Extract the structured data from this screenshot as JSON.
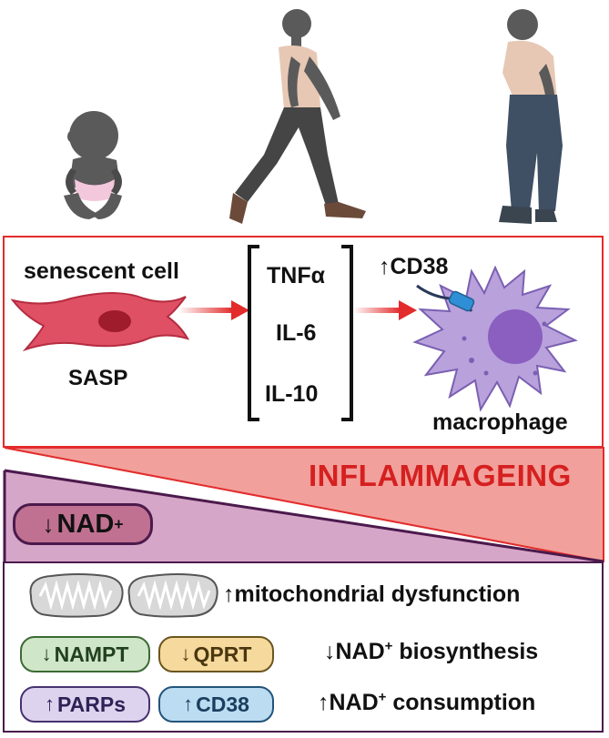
{
  "top_panel": {
    "senescent_cell_label": "senescent cell",
    "sasp_label": "SASP",
    "cytokines": [
      "TNFα",
      "IL-6",
      "IL-10"
    ],
    "cd38_arrow": "↑",
    "cd38_label": "CD38",
    "macrophage_label": "macrophage"
  },
  "inflammageing": {
    "label": "INFLAMMAGEING"
  },
  "nad_level": {
    "arrow": "↓",
    "label": "NAD",
    "sup": "+"
  },
  "bottom_panel": {
    "mito_arrow": "↑",
    "mito_label": "mitochondrial dysfunction",
    "nampt": {
      "arrow": "↓",
      "label": "NAMPT"
    },
    "qprt": {
      "arrow": "↓",
      "label": "QPRT"
    },
    "biosynthesis": {
      "arrow": "↓",
      "pre": "NAD",
      "sup": "+",
      "post": " biosynthesis"
    },
    "parps": {
      "arrow": "↑",
      "label": "PARPs"
    },
    "cd38": {
      "arrow": "↑",
      "label": "CD38"
    },
    "consumption": {
      "arrow": "↑",
      "pre": "NAD",
      "sup": "+",
      "post": " consumption"
    }
  },
  "colors": {
    "red": "#e32b2b",
    "pink_band": "#f2a09b",
    "purple_band": "#d6a6c8",
    "dark_purple": "#4b1a4c",
    "nampt_bg": "#cfe6c8",
    "qprt_bg": "#f6d99c",
    "parps_bg": "#ded3ee",
    "cd38_bg": "#bcdcf1"
  }
}
